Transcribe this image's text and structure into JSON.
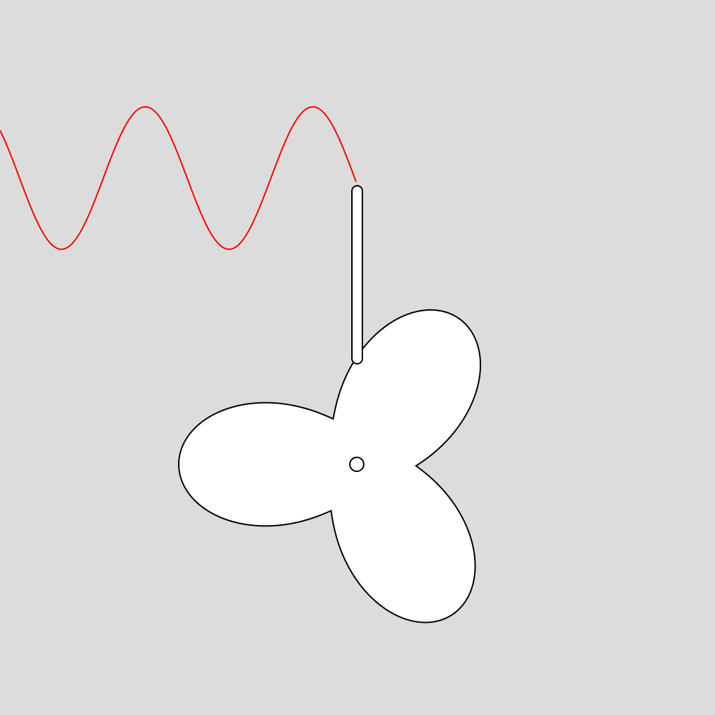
{
  "colors": {
    "background": "#dcdcdc",
    "wave": "#ff0000",
    "shape_fill": "#ffffff",
    "outline": "#000000"
  },
  "scene": {
    "objects": [
      "red-sine-wave",
      "vertical-rod",
      "three-lobed-rotor",
      "rotor-hub-hole"
    ]
  }
}
